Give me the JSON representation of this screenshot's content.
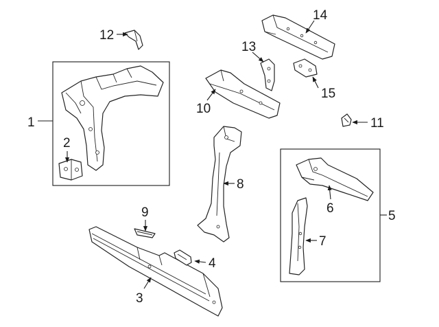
{
  "callouts": {
    "p1": "1",
    "p2": "2",
    "p3": "3",
    "p4": "4",
    "p5": "5",
    "p6": "6",
    "p7": "7",
    "p8": "8",
    "p9": "9",
    "p10": "10",
    "p11": "11",
    "p12": "12",
    "p13": "13",
    "p14": "14",
    "p15": "15"
  },
  "colors": {
    "line": "#222222",
    "background": "#ffffff"
  }
}
